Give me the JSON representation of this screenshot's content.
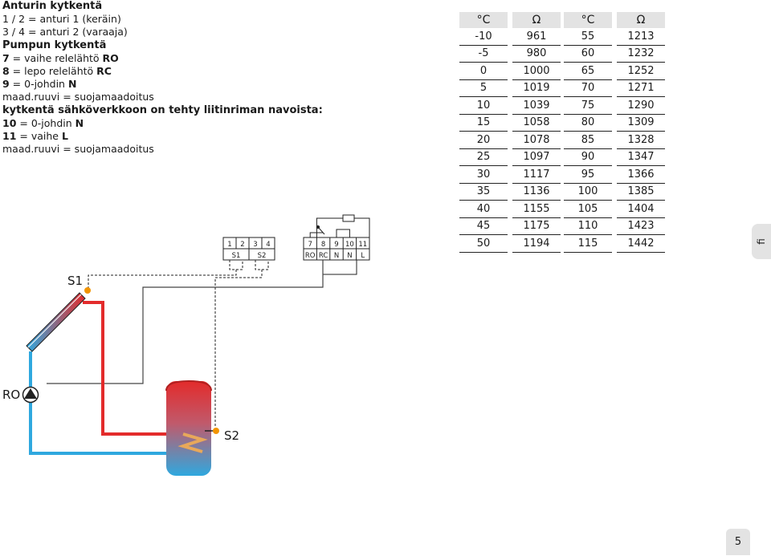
{
  "instructions": {
    "sensor_heading": "Anturin kytkentä",
    "sensor_lines": [
      "1 / 2 = anturi 1 (keräin)",
      "3 / 4 = anturi 2 (varaaja)"
    ],
    "pump_heading": "Pumpun kytkentä",
    "pump_lines": [
      {
        "code": "7",
        "text": " = vaihe relelähtö ",
        "term": "RO"
      },
      {
        "code": "8",
        "text": " = lepo relelähtö ",
        "term": "RC"
      },
      {
        "code": "9",
        "text": " = 0-johdin ",
        "term": "N"
      }
    ],
    "earth_1": "maad.ruuvi = suojamaadoitus",
    "mains_heading": "kytkentä sähköverkkoon on tehty liitinriman navoista:",
    "mains_lines": [
      {
        "code": "10",
        "text": " = 0-johdin ",
        "term": "N"
      },
      {
        "code": "11",
        "text": " = vaihe ",
        "term": "L"
      }
    ],
    "earth_2": "maad.ruuvi = suojamaadoitus"
  },
  "resistance_table": {
    "header_temp": "°C",
    "header_res": "Ω",
    "left": [
      [
        "-10",
        "961"
      ],
      [
        "-5",
        "980"
      ],
      [
        "0",
        "1000"
      ],
      [
        "5",
        "1019"
      ],
      [
        "10",
        "1039"
      ],
      [
        "15",
        "1058"
      ],
      [
        "20",
        "1078"
      ],
      [
        "25",
        "1097"
      ],
      [
        "30",
        "1117"
      ],
      [
        "35",
        "1136"
      ],
      [
        "40",
        "1155"
      ],
      [
        "45",
        "1175"
      ],
      [
        "50",
        "1194"
      ]
    ],
    "right": [
      [
        "55",
        "1213"
      ],
      [
        "60",
        "1232"
      ],
      [
        "65",
        "1252"
      ],
      [
        "70",
        "1271"
      ],
      [
        "75",
        "1290"
      ],
      [
        "80",
        "1309"
      ],
      [
        "85",
        "1328"
      ],
      [
        "90",
        "1347"
      ],
      [
        "95",
        "1366"
      ],
      [
        "100",
        "1385"
      ],
      [
        "105",
        "1404"
      ],
      [
        "110",
        "1423"
      ],
      [
        "115",
        "1442"
      ]
    ]
  },
  "terminals": {
    "sensor_numbers": [
      "1",
      "2",
      "3",
      "4"
    ],
    "sensor_labels": [
      "S1",
      "S2"
    ],
    "relay_numbers": [
      "7",
      "8",
      "9",
      "10",
      "11"
    ],
    "relay_labels": [
      "RO",
      "RC",
      "N",
      "N",
      "L"
    ]
  },
  "diagram": {
    "s1_label": "S1",
    "s2_label": "S2",
    "pump_label": "RO",
    "pipe_hot_color": "#e32b2b",
    "pipe_cold_color": "#2fa8df",
    "sensor_color": "#f29400"
  },
  "tabs": {
    "language": "fi",
    "page_number": "5"
  }
}
